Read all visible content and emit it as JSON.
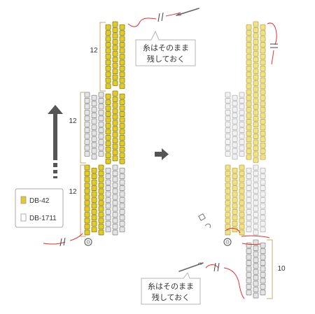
{
  "bracket_counts": {
    "left_top": "12",
    "left_middle": "12",
    "left_bottom": "12",
    "right_bottom": "10"
  },
  "callouts": {
    "top": {
      "line1": "糸はそのまま",
      "line2": "残しておく"
    },
    "bottom": {
      "line1": "糸はそのまま",
      "line2": "残しておく"
    }
  },
  "legend": [
    {
      "code": "DB-42",
      "color": "#e0cb28"
    },
    {
      "code": "DB-1711",
      "color": "#ffffff"
    }
  ],
  "colors": {
    "gold": "#e0cb28",
    "gold_light": "#f1e287",
    "silver": "#e4e4e4",
    "silver_light": "#f2f2f2",
    "thread": "#e03030",
    "bracket": "#c9a97a",
    "arrow": "#555555"
  },
  "icons": [
    "needle-icon",
    "thread-icon",
    "up-arrow-icon",
    "right-arrow-icon",
    "stop-bead-icon",
    "loose-bead-icon"
  ]
}
